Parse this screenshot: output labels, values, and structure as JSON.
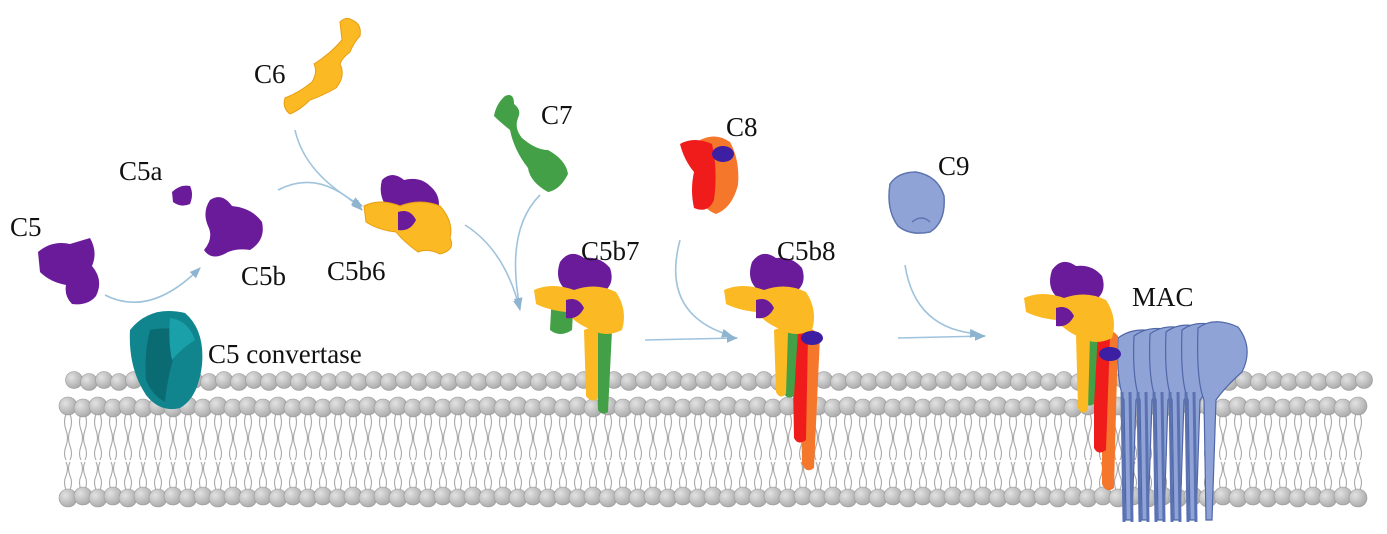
{
  "labels": {
    "c5": "C5",
    "c5a": "C5a",
    "c5b": "C5b",
    "c5_convertase": "C5 convertase",
    "c6": "C6",
    "c5b6": "C5b6",
    "c7": "C7",
    "c5b7": "C5b7",
    "c8": "C8",
    "c5b8": "C5b8",
    "c9": "C9",
    "mac": "MAC"
  },
  "colors": {
    "c5_purple": "#6a1b9a",
    "c6_yellow": "#fbb924",
    "c7_green": "#43a047",
    "c8_red": "#f01c1c",
    "c8_orange": "#f4772b",
    "c8_blue": "#3d1fa3",
    "c9_blue": "#8fa3d6",
    "convertase_teal": "#11858e",
    "lipid_gray": "#c4c4c4",
    "arrow_blue": "#9fc3dd"
  }
}
